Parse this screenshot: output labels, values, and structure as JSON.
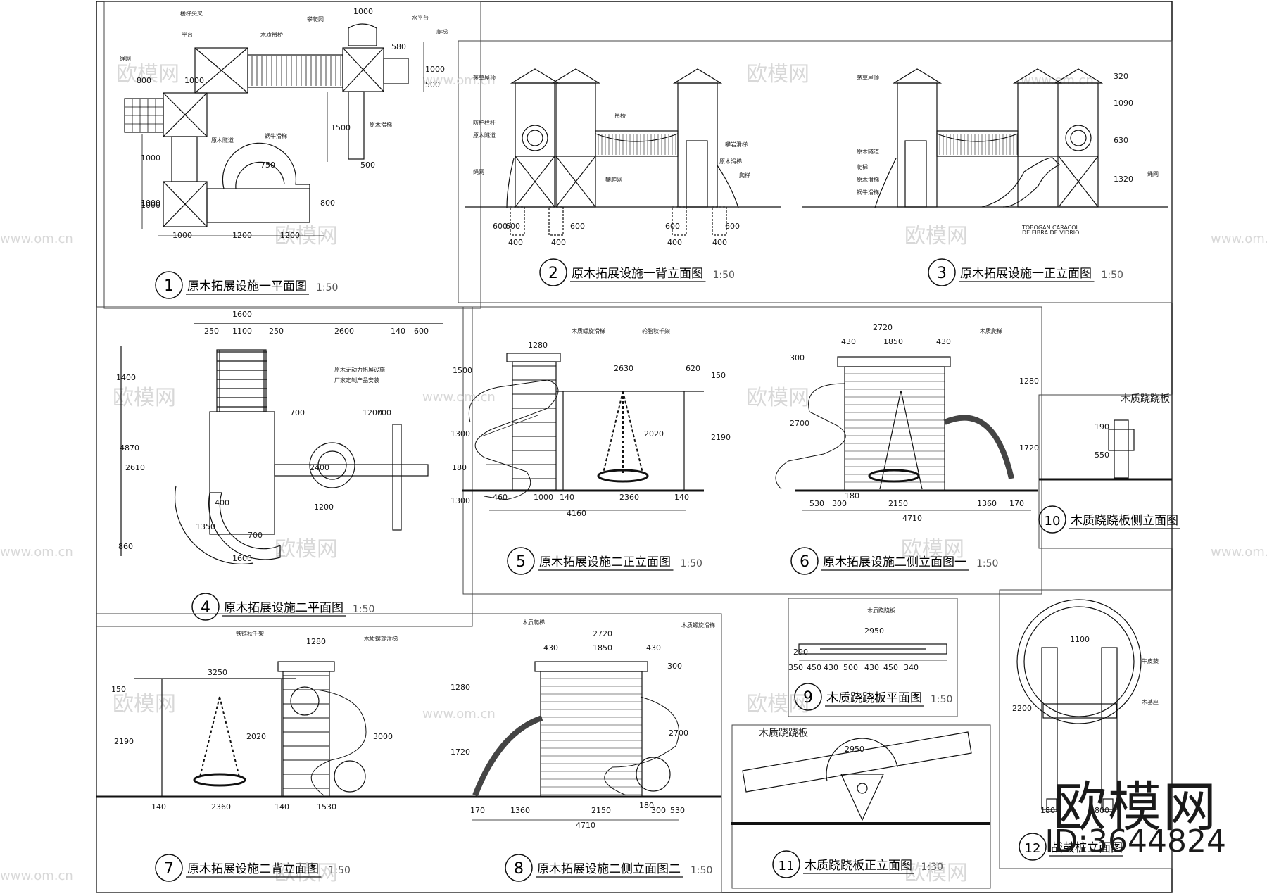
{
  "panels": [
    {
      "num": "1",
      "title": "原木拓展设施一平面图",
      "scale": "1:50"
    },
    {
      "num": "2",
      "title": "原木拓展设施一背立面图",
      "scale": "1:50"
    },
    {
      "num": "3",
      "title": "原木拓展设施一正立面图",
      "scale": "1:50"
    },
    {
      "num": "4",
      "title": "原木拓展设施二平面图",
      "scale": "1:50"
    },
    {
      "num": "5",
      "title": "原木拓展设施二正立面图",
      "scale": "1:50"
    },
    {
      "num": "6",
      "title": "原木拓展设施二侧立面图一",
      "scale": "1:50"
    },
    {
      "num": "7",
      "title": "原木拓展设施二背立面图",
      "scale": "1:50"
    },
    {
      "num": "8",
      "title": "原木拓展设施二侧立面图二",
      "scale": "1:50"
    },
    {
      "num": "9",
      "title": "木质跷跷板平面图",
      "scale": "1:50"
    },
    {
      "num": "10",
      "title": "木质跷跷板侧立面图",
      "scale": ""
    },
    {
      "num": "11",
      "title": "木质跷跷板正立面图",
      "scale": "1:30"
    },
    {
      "num": "12",
      "title": "战鼓桩立面图",
      "scale": ""
    }
  ],
  "labels": {
    "p1": [
      "楼梯尖叉",
      "攀爬网",
      "平台",
      "木质吊桥",
      "水平台",
      "爬梯",
      "绳网",
      "原木隧道",
      "蜗牛滑梯",
      "原木滑梯"
    ],
    "p2": [
      "茅草屋顶",
      "防护栏杆",
      "原木隧道",
      "吊桥",
      "绳网",
      "攀爬网",
      "原木滑梯",
      "爬梯",
      "攀岩滑梯"
    ],
    "p3": [
      "茅草屋顶",
      "原木隧道",
      "爬梯",
      "原木滑梯",
      "蜗牛滑梯",
      "绳网",
      "TOBOGAN CARACOL",
      "DE FIBRA DE VIDRIO"
    ],
    "p4": [
      "原木无动力拓展设施",
      "厂家定制产品安装"
    ],
    "p5": [
      "木质螺旋滑梯",
      "轮胎秋千架"
    ],
    "p6": [
      "木质爬梯"
    ],
    "p7": [
      "铁链秋千架",
      "木质螺旋滑梯"
    ],
    "p8": [
      "木质爬梯",
      "木质螺旋滑梯"
    ],
    "p9": [
      "木质跷跷板"
    ],
    "p10": [
      "木质跷跷板"
    ],
    "p11": [
      "木质跷跷板"
    ],
    "p12": [
      "牛皮鼓",
      "木基座"
    ]
  },
  "dims": {
    "p1": [
      "1000",
      "580",
      "800",
      "1000",
      "1000",
      "500",
      "1000",
      "1500",
      "500",
      "1000",
      "1000",
      "750",
      "800",
      "1000",
      "1200",
      "1200"
    ],
    "p2": [
      "600",
      "600",
      "600",
      "600",
      "600",
      "400",
      "400",
      "400",
      "400"
    ],
    "p3": [
      "320",
      "1090",
      "630",
      "1320"
    ],
    "p4": [
      "1600",
      "250",
      "1100",
      "250",
      "2600",
      "140",
      "600",
      "1400",
      "2610",
      "4870",
      "860",
      "700",
      "1200",
      "700",
      "2400",
      "1200",
      "400",
      "1350",
      "700",
      "1600"
    ],
    "p5": [
      "1280",
      "2630",
      "620",
      "1500",
      "150",
      "1300",
      "2020",
      "2190",
      "180",
      "1300",
      "460",
      "1000",
      "140",
      "2360",
      "140",
      "4160"
    ],
    "p6": [
      "2720",
      "430",
      "1850",
      "430",
      "300",
      "1280",
      "2700",
      "1720",
      "530",
      "300",
      "180",
      "2150",
      "1360",
      "170",
      "4710"
    ],
    "p7": [
      "1280",
      "3250",
      "150",
      "2190",
      "2020",
      "3000",
      "140",
      "2360",
      "140",
      "1530"
    ],
    "p8": [
      "2720",
      "430",
      "1850",
      "430",
      "1280",
      "300",
      "1720",
      "2700",
      "170",
      "1360",
      "2150",
      "180",
      "300",
      "530",
      "4710"
    ],
    "p9": [
      "2950",
      "290",
      "350",
      "450",
      "430",
      "500",
      "430",
      "450",
      "340"
    ],
    "p10": [
      "190",
      "550"
    ],
    "p11": [
      "2950"
    ],
    "p12": [
      "1100",
      "2200",
      "180",
      "1800"
    ]
  },
  "watermark": {
    "tiled": "欧模网",
    "tiled_url": "www.om.cn",
    "logo": "欧模网",
    "id": "ID:3644824"
  }
}
